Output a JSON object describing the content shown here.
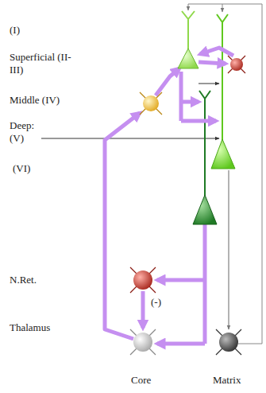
{
  "diagram": {
    "labels": [
      "(I)",
      "Superficial (II-III)",
      "Middle (IV)",
      "Deep: (V)",
      "(VI)",
      "N.Ret.",
      "(-)",
      "Thalamus",
      "Core",
      "Matrix"
    ]
  }
}
